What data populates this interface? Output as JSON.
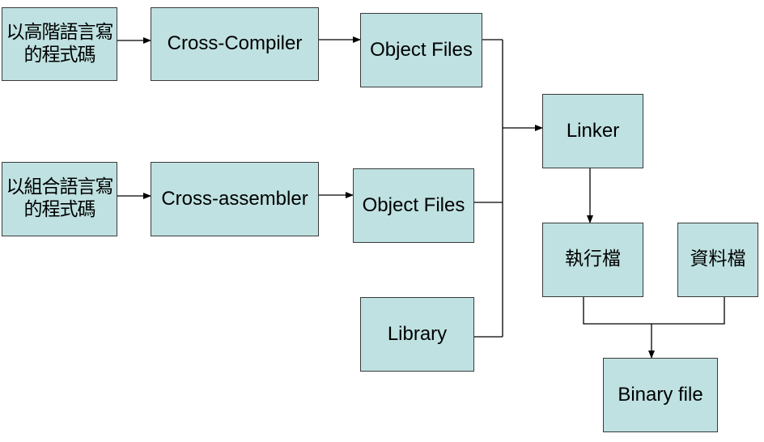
{
  "diagram": {
    "nodes": {
      "source_hll": "以高階語言寫的程式碼",
      "cross_compiler": "Cross-Compiler",
      "object_files_1": "Object Files",
      "source_asm": "以組合語言寫的程式碼",
      "cross_assembler": "Cross-assembler",
      "object_files_2": "Object Files",
      "library": "Library",
      "linker": "Linker",
      "executable": "執行檔",
      "data_file": "資料檔",
      "binary_file": "Binary file"
    },
    "edges": [
      {
        "from": "source_hll",
        "to": "cross_compiler"
      },
      {
        "from": "cross_compiler",
        "to": "object_files_1"
      },
      {
        "from": "source_asm",
        "to": "cross_assembler"
      },
      {
        "from": "cross_assembler",
        "to": "object_files_2"
      },
      {
        "from": "object_files_1",
        "to": "linker"
      },
      {
        "from": "object_files_2",
        "to": "linker"
      },
      {
        "from": "library",
        "to": "linker"
      },
      {
        "from": "linker",
        "to": "executable"
      },
      {
        "from": "executable",
        "to": "binary_file"
      },
      {
        "from": "data_file",
        "to": "binary_file"
      }
    ],
    "colors": {
      "box_fill": "#bfe1e1",
      "box_border": "#3a3a3a",
      "line": "#000000"
    }
  }
}
